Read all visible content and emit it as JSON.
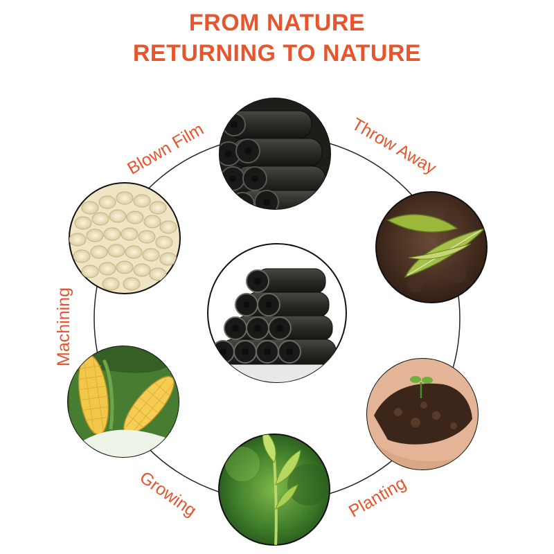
{
  "title_line1": "FROM NATURE",
  "title_line2": "RETURNING TO NATURE",
  "colors": {
    "accent": "#e8552d",
    "ring": "#222222"
  },
  "stages": [
    {
      "label": "Blown Film",
      "icon": "bag-rolls-icon"
    },
    {
      "label": "Throw Away",
      "icon": "leaf-on-soil-icon"
    },
    {
      "label": "Planting",
      "icon": "soil-in-hands-icon"
    },
    {
      "label": "Growing",
      "icon": "seedling-icon"
    },
    {
      "label": "Machining",
      "icon": "corn-icon"
    },
    {
      "label": "",
      "icon": "pellets-icon"
    }
  ],
  "center": {
    "icon": "bag-roll-pyramid-icon"
  }
}
